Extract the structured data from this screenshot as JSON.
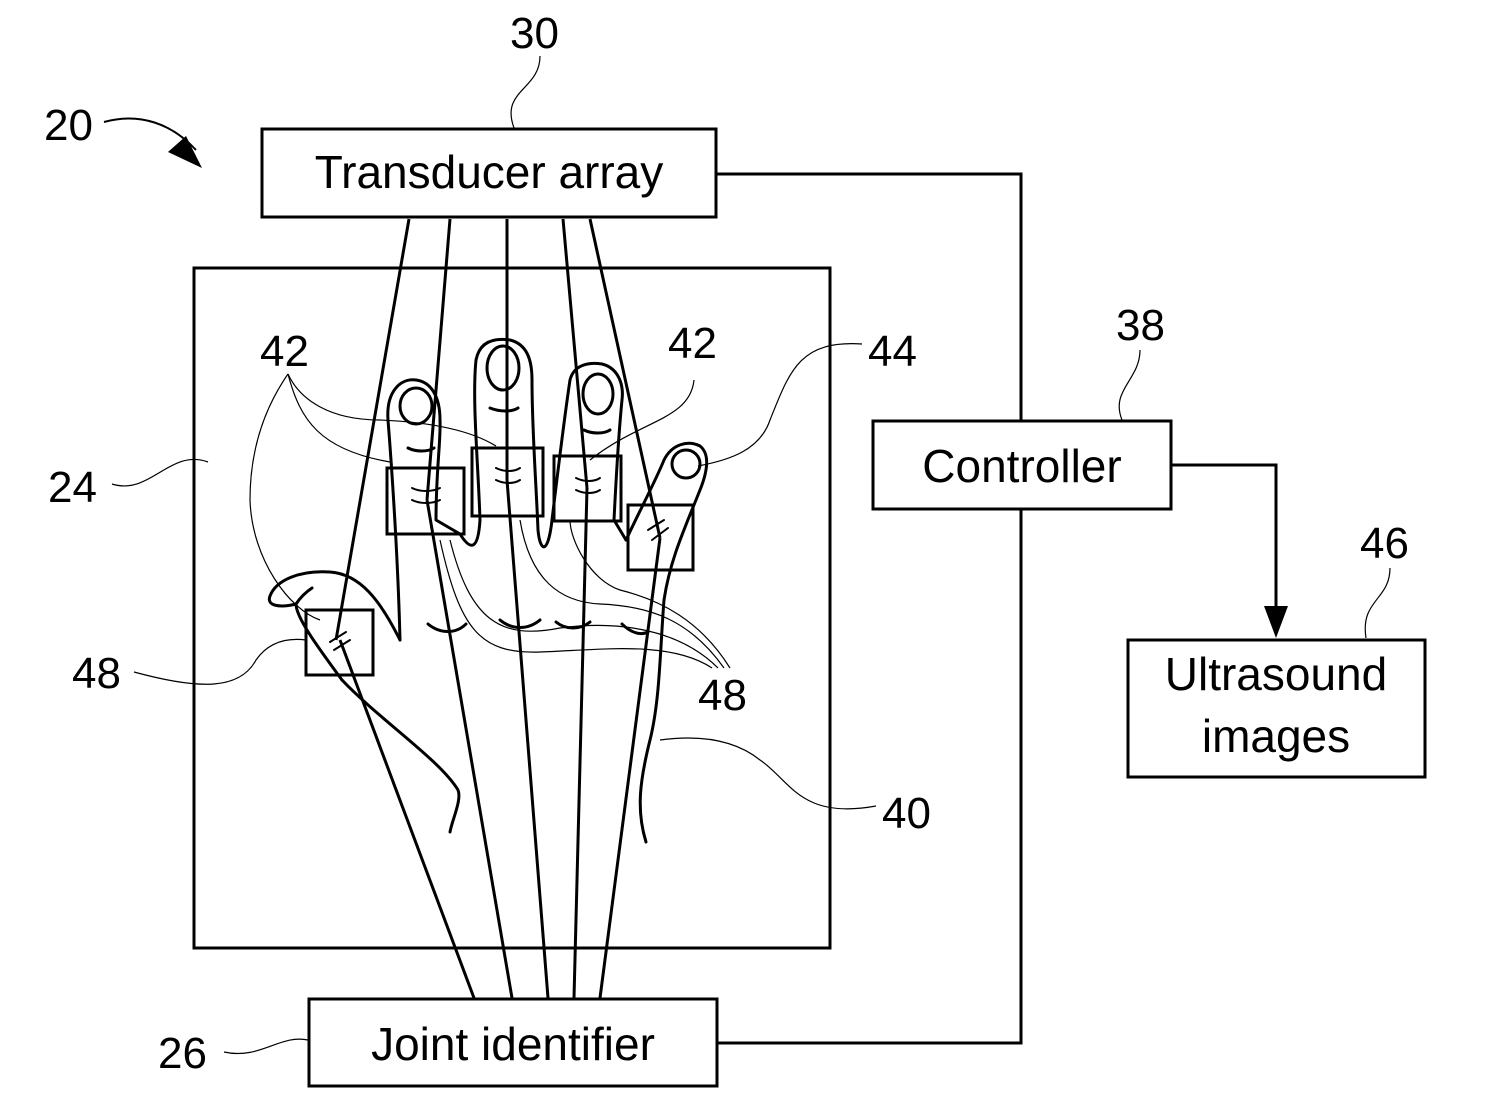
{
  "boxes": {
    "transducer_array": "Transducer array",
    "controller": "Controller",
    "ultrasound_images_line1": "Ultrasound",
    "ultrasound_images_line2": "images",
    "joint_identifier": "Joint identifier"
  },
  "refs": {
    "system": "20",
    "transducer": "30",
    "controller": "38",
    "images": "46",
    "hand_region": "24",
    "joint_identifier": "26",
    "joints_left": "42",
    "joints_right": "42",
    "fingertip": "44",
    "thumb_joint": "48",
    "finger_joints": "48",
    "contour": "40"
  }
}
